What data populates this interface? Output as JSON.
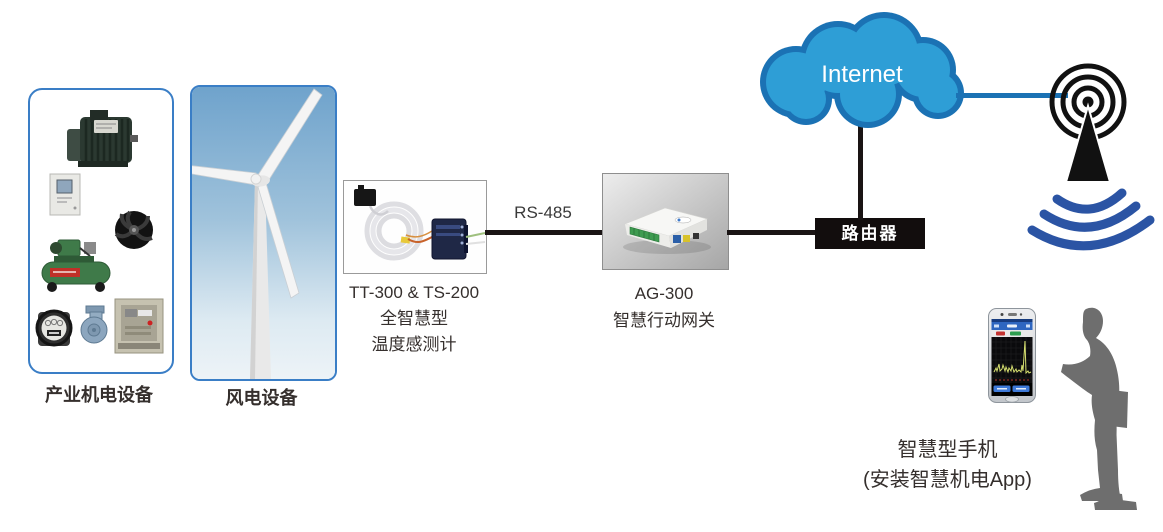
{
  "nodes": {
    "industrial": {
      "label": "产业机电设备"
    },
    "wind": {
      "label": "风电设备"
    },
    "sensor": {
      "lines": [
        "TT-300 & TS-200",
        "全智慧型",
        "温度感测计"
      ]
    },
    "gateway": {
      "lines": [
        "AG-300",
        "智慧行动网关"
      ]
    },
    "router": {
      "label": "路由器"
    },
    "internet": {
      "label": "Internet"
    },
    "phone": {
      "lines": [
        "智慧型手机",
        "(安装智慧机电App)"
      ]
    }
  },
  "links": {
    "rs485": {
      "label": "RS-485"
    }
  },
  "icons": {
    "cloud": "internet-cloud",
    "antenna": "radio-antenna-with-signal",
    "wifi": "wifi-arcs",
    "person": "person-silhouette-holding-phone",
    "smartphone": "smartphone-with-monitoring-app",
    "equipment": [
      "motor",
      "control-cabinet",
      "fan",
      "air-compressor",
      "power-meter",
      "pump",
      "circuit-breaker"
    ],
    "wind_turbine": "wind-turbine-photo",
    "sensor_device": "temperature-sensor-photo",
    "gateway_device": "iot-gateway-photo"
  },
  "colors": {
    "cloud_fill": "#2E9ED6",
    "cloud_border": "#1B72B4",
    "link_blue": "#1B72B4",
    "wifi_blue": "#2B54A4",
    "box_border_blue": "#3A7EC6",
    "line_black": "#1A1414",
    "router_bg": "#120D0D",
    "router_text": "#FFFFFF",
    "label_text": "#352F2D",
    "person_gray": "#6E6E6E"
  }
}
